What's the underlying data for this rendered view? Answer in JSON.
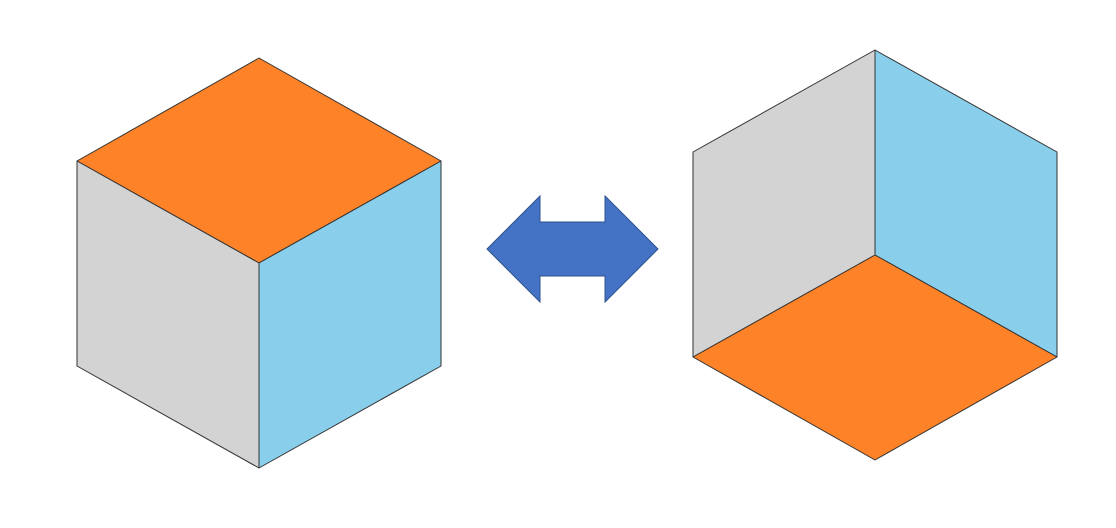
{
  "colors": {
    "top_face": "#FD8228",
    "left_face": "#D3D3D3",
    "right_face": "#89CEEA",
    "edge": "#333333",
    "arrow_fill": "#4472C4",
    "arrow_stroke": "#2F528F"
  },
  "figures": [
    {
      "name": "convex-cube",
      "faces": [
        "top",
        "left",
        "right"
      ]
    },
    {
      "name": "concave-corner",
      "faces": [
        "bottom",
        "left-wall",
        "right-wall"
      ]
    }
  ],
  "connector": {
    "type": "double-headed-arrow"
  }
}
